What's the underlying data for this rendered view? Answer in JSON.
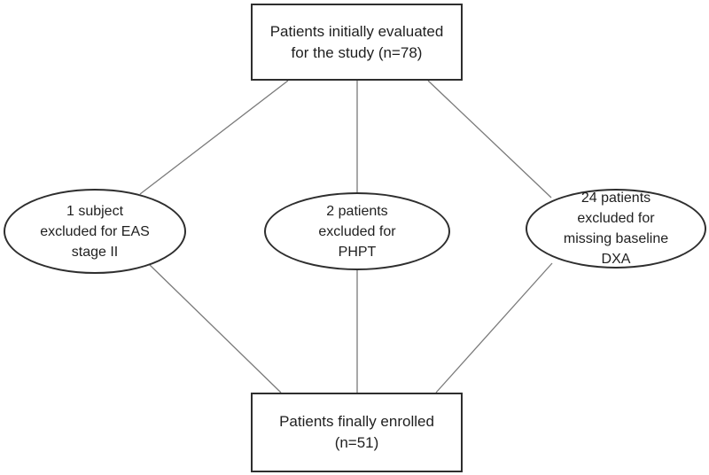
{
  "figure": {
    "type": "flowchart",
    "nodes": {
      "initial": {
        "shape": "rectangle",
        "lines": [
          "Patients initially evaluated",
          "for the study (n=78)"
        ]
      },
      "eas": {
        "shape": "ellipse",
        "lines": [
          "1 subject",
          "excluded for EAS",
          "stage II"
        ]
      },
      "phpt": {
        "shape": "ellipse",
        "lines": [
          "2 patients",
          "excluded for",
          "PHPT"
        ]
      },
      "dxa": {
        "shape": "ellipse",
        "lines": [
          "24 patients",
          "excluded for",
          "missing baseline",
          "DXA"
        ]
      },
      "enrolled": {
        "shape": "rectangle",
        "lines": [
          "Patients finally enrolled",
          "(n=51)"
        ]
      }
    },
    "edges": [
      {
        "from": "initial",
        "to": "eas"
      },
      {
        "from": "initial",
        "to": "phpt"
      },
      {
        "from": "initial",
        "to": "dxa"
      },
      {
        "from": "eas",
        "to": "enrolled"
      },
      {
        "from": "phpt",
        "to": "enrolled"
      },
      {
        "from": "dxa",
        "to": "enrolled"
      }
    ],
    "colors": {
      "shape_border": "#2e2e2e",
      "connector": "#7a7a7a",
      "text": "#1f1f1f",
      "background": "#ffffff"
    }
  }
}
